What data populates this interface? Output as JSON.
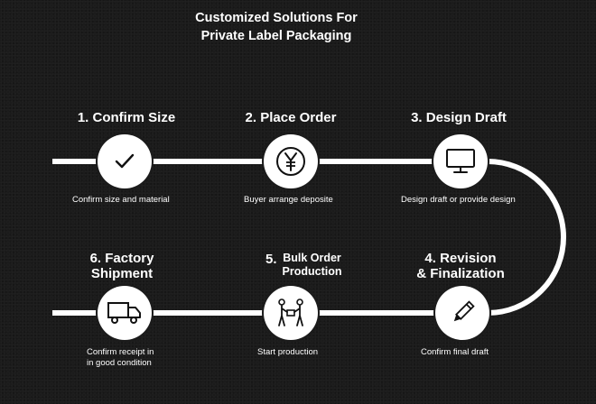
{
  "title": {
    "line1": "Customized Solutions For",
    "line2": "Private Label Packaging"
  },
  "steps": [
    {
      "number": "1.",
      "label": "Confirm Size",
      "description": "Confirm size and material",
      "icon": "checkmark-icon"
    },
    {
      "number": "2.",
      "label": "Place Order",
      "description": "Buyer arrange deposite",
      "icon": "yen-icon"
    },
    {
      "number": "3.",
      "label": "Design Draft",
      "description": "Design draft or provide design",
      "icon": "monitor-icon"
    },
    {
      "number": "4.",
      "label_line1": "Revision",
      "label_line2": "& Finalization",
      "description": "Confirm final draft",
      "icon": "pencil-icon"
    },
    {
      "number": "5.",
      "label_line1": "Bulk Order",
      "label_line2": "Production",
      "description": "Start production",
      "icon": "workers-icon"
    },
    {
      "number": "6.",
      "label_line1": "Factory",
      "label_line2": "Shipment",
      "description_line1": "Confirm receipt in",
      "description_line2": "in good condition",
      "icon": "truck-icon"
    }
  ],
  "colors": {
    "background": "#1b1b1b",
    "line": "#ffffff",
    "node": "#ffffff",
    "icon": "#111111"
  }
}
